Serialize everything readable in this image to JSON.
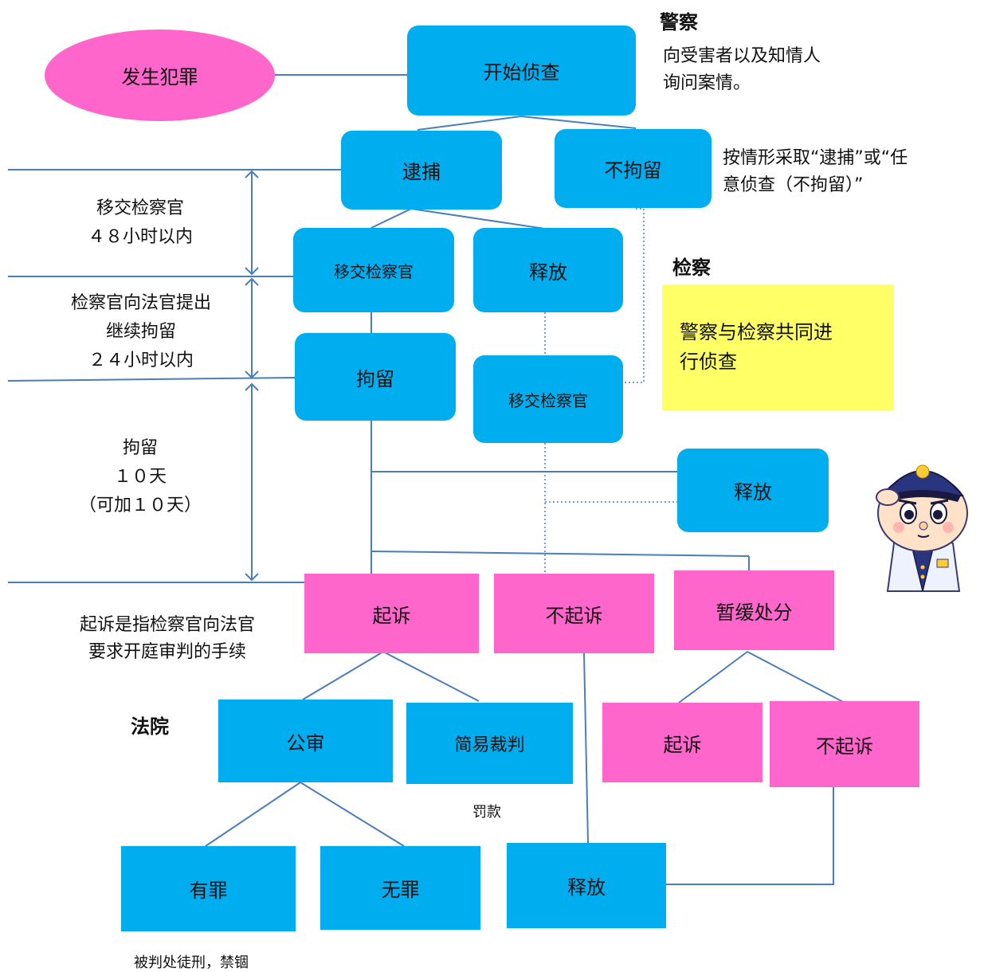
{
  "nodes": {
    "crime": "发生犯罪",
    "investigation_start": "开始侦查",
    "arrest": "逮捕",
    "no_detention_top": "不拘留",
    "transfer_prosecutor_1": "移交检察官",
    "release_1": "释放",
    "detention": "拘留",
    "transfer_prosecutor_2": "移交检察官",
    "release_2": "释放",
    "indict": "起诉",
    "no_indict": "不起诉",
    "suspended": "暂缓处分",
    "public_trial": "公审",
    "summary_trial": "简易裁判",
    "indict_2": "起诉",
    "no_indict_2": "不起诉",
    "guilty": "有罪",
    "not_guilty": "无罪",
    "release_3": "释放",
    "joint_investigation": "警察与检察共同进\n行侦查"
  },
  "labels": {
    "police_title": "警察",
    "police_note": "向受害者以及知情人\n询问案情。",
    "arrest_note": "按情形采取“逮捕”或“任\n意侦查（不拘留）”",
    "prosecution_title": "检察",
    "court_title": "法院",
    "period_1": "移交检察官\n４８小时以内",
    "period_2": "检察官向法官提出\n继续拘留\n２４小时以内",
    "period_3": "拘留\n１０天\n（可加１０天）",
    "indict_definition": "起诉是指检察官向法官\n要求开庭审判的手续",
    "fine": "罚款",
    "guilty_sentence": "被判处徒刑，禁锢"
  },
  "colors": {
    "blue": "#00aeef",
    "pink": "#ff66cc",
    "yellow": "#ffff66",
    "line": "#4a7ebb"
  }
}
